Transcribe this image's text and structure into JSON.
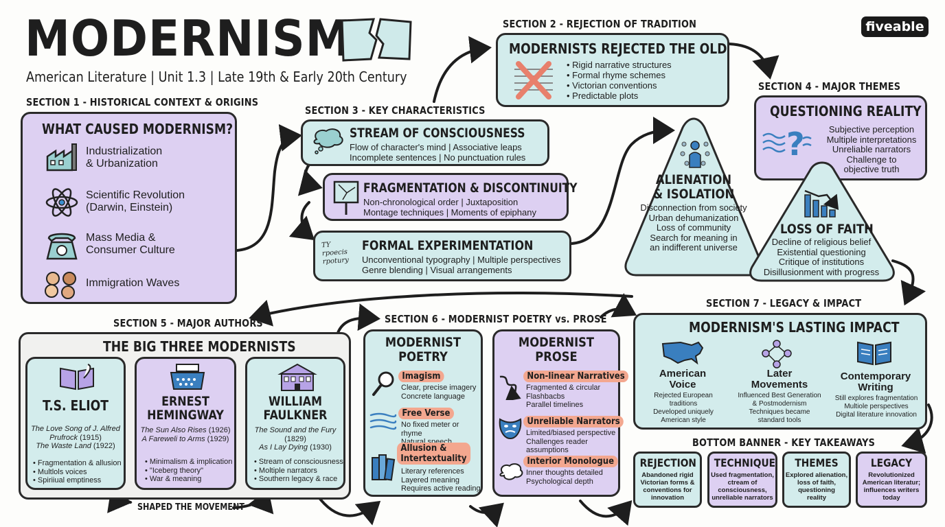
{
  "header": {
    "title": "MODERNISM",
    "subtitle": "American Literature | Unit 1.3 | Late 19th & Early 20th Century",
    "brand": "fiveable"
  },
  "s1": {
    "label": "SECTION 1 - HISTORICAL CONTEXT & ORIGINS",
    "title": "WHAT CAUSED MODERNISM?",
    "items": [
      "Industrialization\n& Urbanization",
      "Scientific Revolution\n(Darwin, Einstein)",
      "Mass Media &\nConsumer Culture",
      "Immigration Waves"
    ]
  },
  "s2": {
    "label": "SECTION 2 - REJECTION OF TRADITION",
    "title": "MODERNISTS REJECTED THE OLD",
    "items": [
      "Rigid narrative structures",
      "Formal rhyme schemes",
      "Victorian conventions",
      "Predictable plots"
    ]
  },
  "s3": {
    "label": "SECTION 3 - KEY CHARACTERISTICS",
    "c1": {
      "title": "STREAM OF CONSCIOUSNESS",
      "l1": "Flow of character's mind | Associative leaps",
      "l2": "Incomplete sentences | No punctuation rules"
    },
    "c2": {
      "title": "FRAGMENTATION & DISCONTINUITY",
      "l1": "Non-chronological order | Juxtaposition",
      "l2": "Montage techniques | Moments of epiphany"
    },
    "c3": {
      "title": "FORMAL EXPERIMENTATION",
      "l1": "Unconventional typography | Multiple perspectives",
      "l2": "Genre blending | Visual arrangements",
      "icon_text": "TY\nrpoecis\nrpotury"
    }
  },
  "s4": {
    "label": "SECTION 4 - MAJOR THEMES",
    "q": {
      "title": "QUESTIONING REALITY",
      "text": "Subjective perception\nMultiple interpretations\nUnreliable narrators\nChallenge to\nobjective truth"
    },
    "a": {
      "title": "ALIENATION\n& ISOLATION",
      "text": "Disconnection from society\nUrban dehumanization\nLoss of community\nSearch for meaning in\nan indifferent universe"
    },
    "f": {
      "title": "LOSS OF FAITH",
      "text": "Decline of religious belief\nExistential questioning\nCritique of institutions\nDisillusionment with progress"
    }
  },
  "s5": {
    "label": "SECTION 5 - MAJOR AUTHORS",
    "title": "THE BIG THREE MODERNISTS",
    "eliot": {
      "name": "T.S. ELIOT",
      "w1": "The Love Song of J. Alfred Prufrock",
      "y1": " (1915)",
      "w2": "The Waste Land",
      "y2": " (1922)",
      "pts": [
        "Fragmentation & allusion",
        "Multlols voices",
        "Spiriiual emptiness"
      ]
    },
    "hem": {
      "name": "ERNEST\nHEMINGWAY",
      "w1": "The Sun Also Rises",
      "y1": " (1926)",
      "w2": "A Fareweli to Arms",
      "y2": " (1929)",
      "pts": [
        "Minimalism & implication",
        "\"Iceberg theory\"",
        "War & meaning"
      ]
    },
    "faulk": {
      "name": "WILLIAM\nFAULKNER",
      "w1": "The Sound and the Fury",
      "y1": "\n(1829)",
      "w2": "As I Lay Dying",
      "y2": " (1930)",
      "pts": [
        "Stream of consciousness",
        "Moltiple narrators",
        "Southern legacy & race"
      ]
    },
    "caption": "SHAPED THE MOVEMENT"
  },
  "s6": {
    "label": "SECTION 6 - MODERNIST POETRY vs. PROSE",
    "poetry": {
      "title": "MODERNIST\nPOETRY",
      "t1": "Imagism",
      "d1": "Clear, precise imagery\nConcrete language",
      "t2": "Free Verse",
      "d2": "No fixed meter or rhyme\nNatural speech rhythms",
      "t3": "Allusion &\nIntertextuality",
      "d3": "Literary references\nLayered meaning\nRequires active reading"
    },
    "prose": {
      "title": "MODERNIST\nPROSE",
      "t1": "Non-linear Narratives",
      "d1": "Fragmented & circular\nFlashbacbs\nParallel timelines",
      "t2": "Unreliable Narrators",
      "d2": "Limited/biased perspective\nChallenges reader\nassumptions",
      "t3": "Interior Monologue",
      "d3": "Inner thoughts detailed\nPsychological depth"
    }
  },
  "s7": {
    "label": "SECTION 7 - LEGACY & IMPACT",
    "title": "MODERNISM'S LASTING IMPACT",
    "i1": {
      "title": "American\nVoice",
      "text": "Rejected European\ntraditions\nDeveloped uniquely\nAmerican style"
    },
    "i2": {
      "title": "Later\nMovements",
      "text": "Influenced Best Generation\n& Postmodernism\nTechniques became\nstandard tools"
    },
    "i3": {
      "title": "Contemporary\nWriting",
      "text": "Still explores fragmentation\nMultiole perspectives\nDigital literature innovation"
    }
  },
  "banner": {
    "label": "BOTTOM BANNER - KEY TAKEAWAYS",
    "cards": [
      {
        "title": "REJECTION",
        "text": "Abandoned rigid\nVictorian forms &\nconventions for\ninnovation"
      },
      {
        "title": "TECHNIQUE",
        "text": "Used fragmentation,\nctream of\nconsciousness,\nunreliable narrators"
      },
      {
        "title": "THEMES",
        "text": "Explored alienation,\nloss of faith,\nquestioning\nreality"
      },
      {
        "title": "LEGACY",
        "text": "Revolutionized\nAmerican literatur;\ninfluences writers\ntoday"
      }
    ]
  }
}
